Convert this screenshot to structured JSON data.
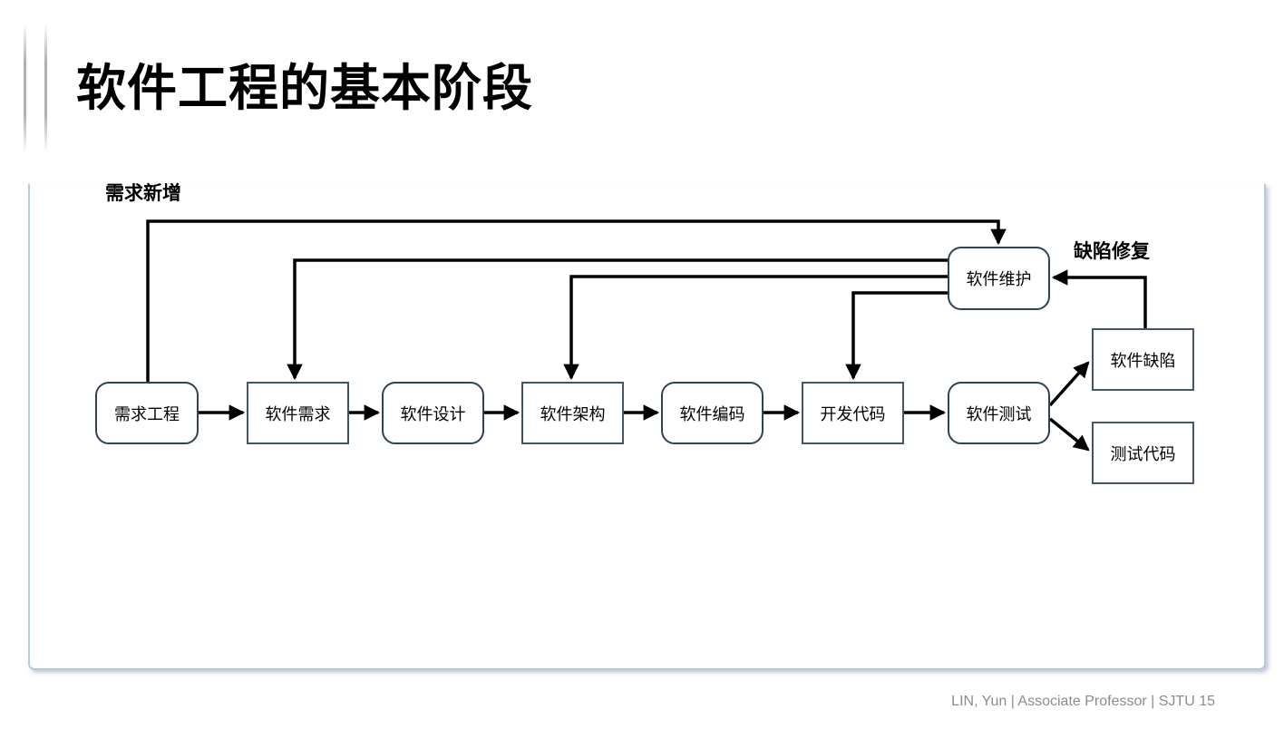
{
  "slide": {
    "title": "软件工程的基本阶段",
    "footer_text": "LIN, Yun | Associate Professor | SJTU",
    "page_number": "15"
  },
  "diagram": {
    "annotations": {
      "new_requirements": "需求新增",
      "defect_fix": "缺陷修复"
    },
    "nodes": [
      {
        "id": "requirements-engineering",
        "label": "需求工程",
        "shape": "rounded"
      },
      {
        "id": "software-requirements",
        "label": "软件需求",
        "shape": "rect"
      },
      {
        "id": "software-design",
        "label": "软件设计",
        "shape": "rounded"
      },
      {
        "id": "software-architecture",
        "label": "软件架构",
        "shape": "rect"
      },
      {
        "id": "software-coding",
        "label": "软件编码",
        "shape": "rounded"
      },
      {
        "id": "development-code",
        "label": "开发代码",
        "shape": "rect"
      },
      {
        "id": "software-testing",
        "label": "软件测试",
        "shape": "rounded"
      },
      {
        "id": "software-maintenance",
        "label": "软件维护",
        "shape": "rounded"
      },
      {
        "id": "software-defects",
        "label": "软件缺陷",
        "shape": "rect"
      },
      {
        "id": "test-code",
        "label": "测试代码",
        "shape": "rect"
      }
    ],
    "edges": [
      {
        "from": "需求工程",
        "to": "软件需求"
      },
      {
        "from": "软件需求",
        "to": "软件设计"
      },
      {
        "from": "软件设计",
        "to": "软件架构"
      },
      {
        "from": "软件架构",
        "to": "软件编码"
      },
      {
        "from": "软件编码",
        "to": "开发代码"
      },
      {
        "from": "开发代码",
        "to": "软件测试"
      },
      {
        "from": "需求工程",
        "to": "软件维护",
        "label": "需求新增"
      },
      {
        "from": "软件维护",
        "to": "软件需求"
      },
      {
        "from": "软件维护",
        "to": "软件架构"
      },
      {
        "from": "软件维护",
        "to": "开发代码"
      },
      {
        "from": "软件测试",
        "to": "软件缺陷"
      },
      {
        "from": "软件测试",
        "to": "测试代码"
      },
      {
        "from": "软件缺陷",
        "to": "软件维护",
        "label": "缺陷修复"
      }
    ],
    "colors": {
      "arrow": "#000000",
      "rounded_node_border": "#31415a",
      "rect_node_border": "#44546a",
      "panel_border": "#b6c9e2",
      "footer_text": "#8c8c8c",
      "title_text": "#000000"
    }
  }
}
